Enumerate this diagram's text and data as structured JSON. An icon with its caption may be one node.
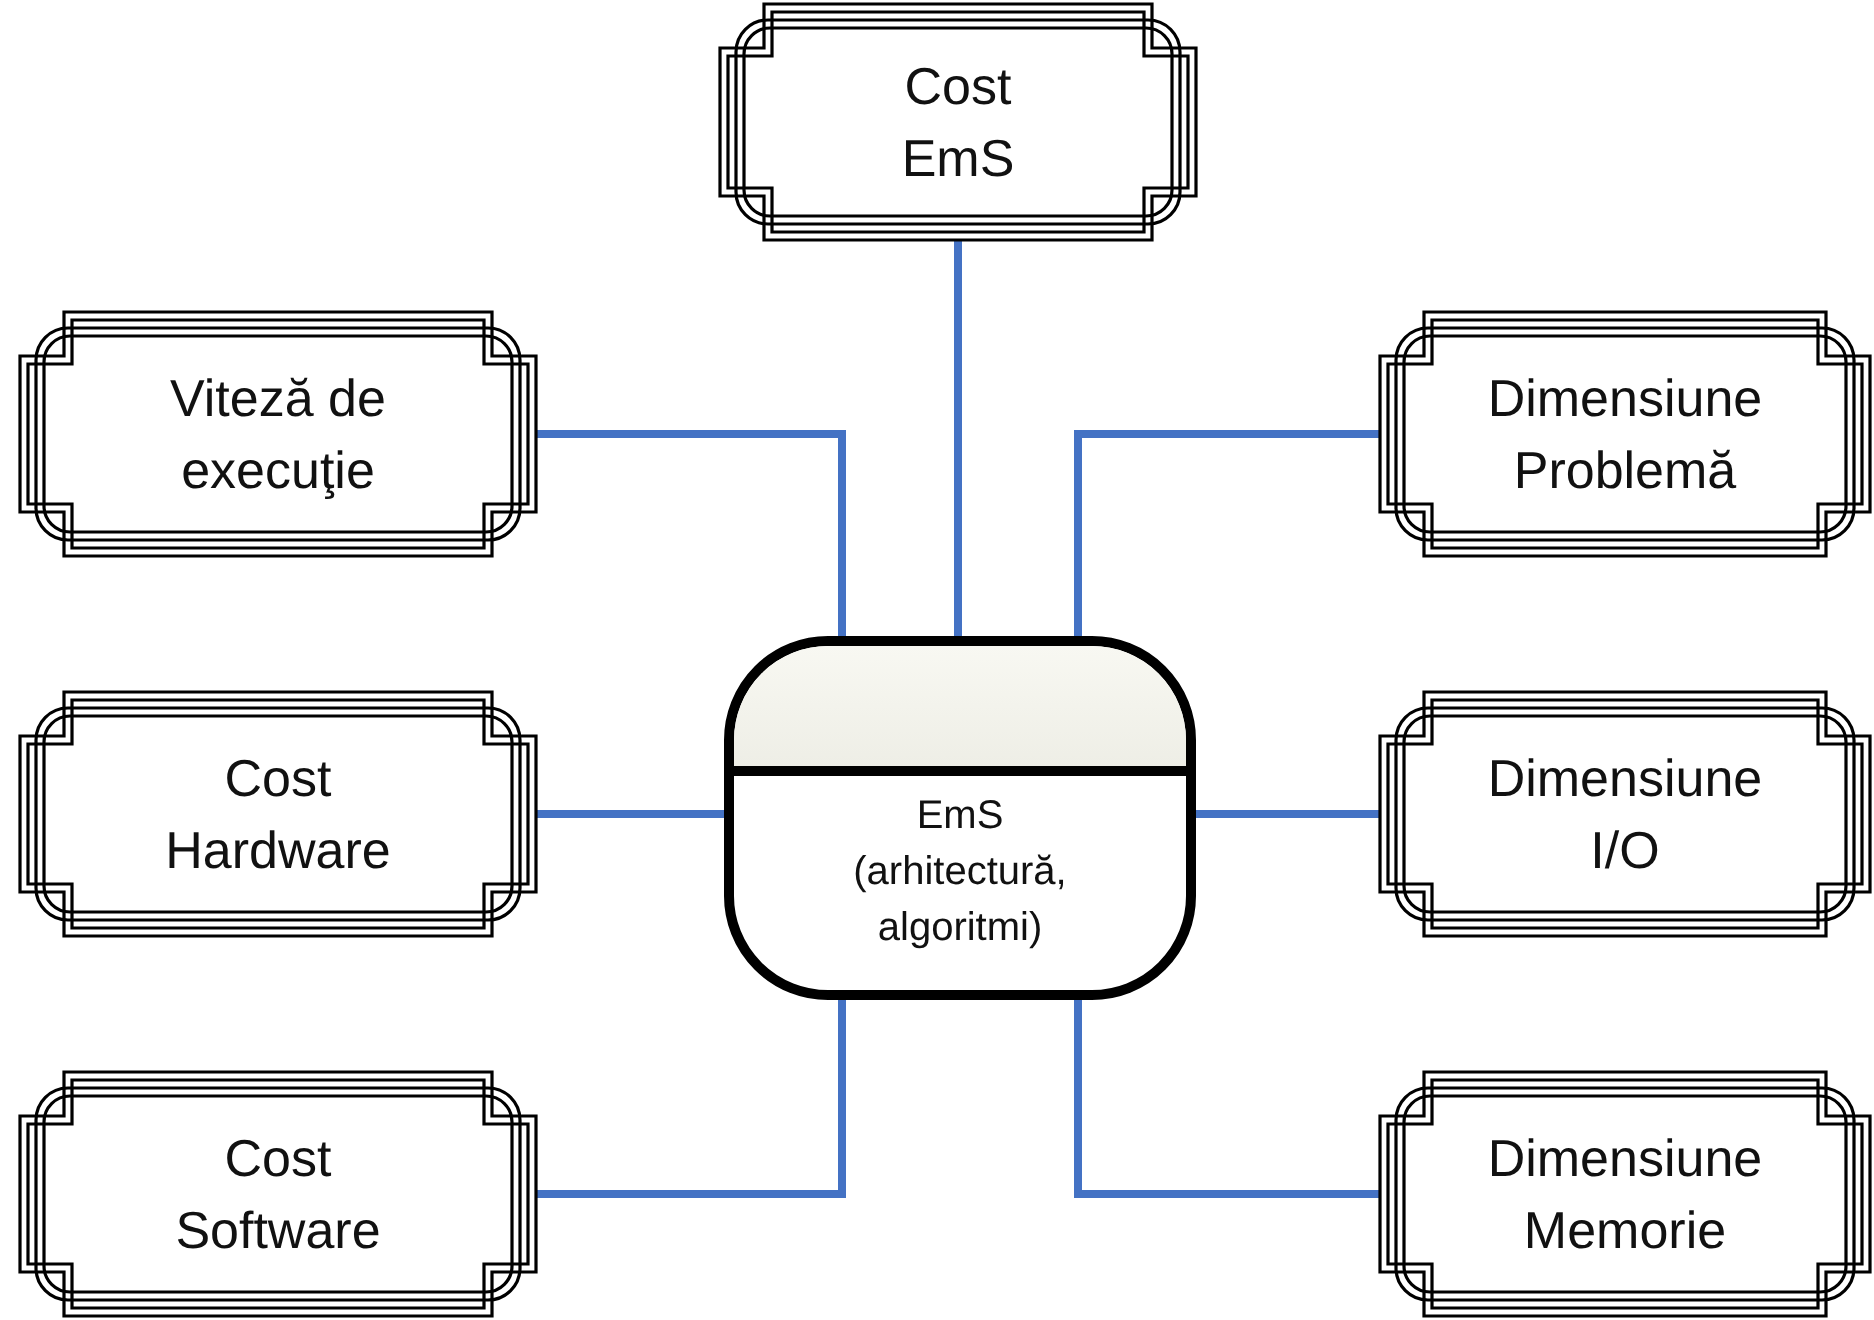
{
  "diagram": {
    "nodes": [
      {
        "text": [
          "Cost EmS"
        ]
      },
      {
        "text": [
          "Viteză de execuţie"
        ]
      },
      {
        "text": [
          "Dimensiune Problemă"
        ]
      },
      {
        "text": [
          "EmS (arhitectură, algoritmi)"
        ]
      },
      {
        "text": [
          "Cost Hardware"
        ]
      },
      {
        "text": [
          "Dimensiune I/O"
        ]
      },
      {
        "text": [
          "Cost Software"
        ]
      },
      {
        "text": [
          "Dimensiune Memorie"
        ]
      }
    ],
    "edges": [
      {
        "from": 3,
        "to": 0,
        "arrow": "none"
      },
      {
        "from": 1,
        "to": 3,
        "arrow": "none"
      },
      {
        "from": 3,
        "to": 2,
        "arrow": "none"
      },
      {
        "from": 4,
        "to": 3,
        "arrow": "none"
      },
      {
        "from": 3,
        "to": 5,
        "arrow": "none"
      },
      {
        "from": 6,
        "to": 3,
        "arrow": "none"
      },
      {
        "from": 3,
        "to": 7,
        "arrow": "none"
      }
    ]
  }
}
